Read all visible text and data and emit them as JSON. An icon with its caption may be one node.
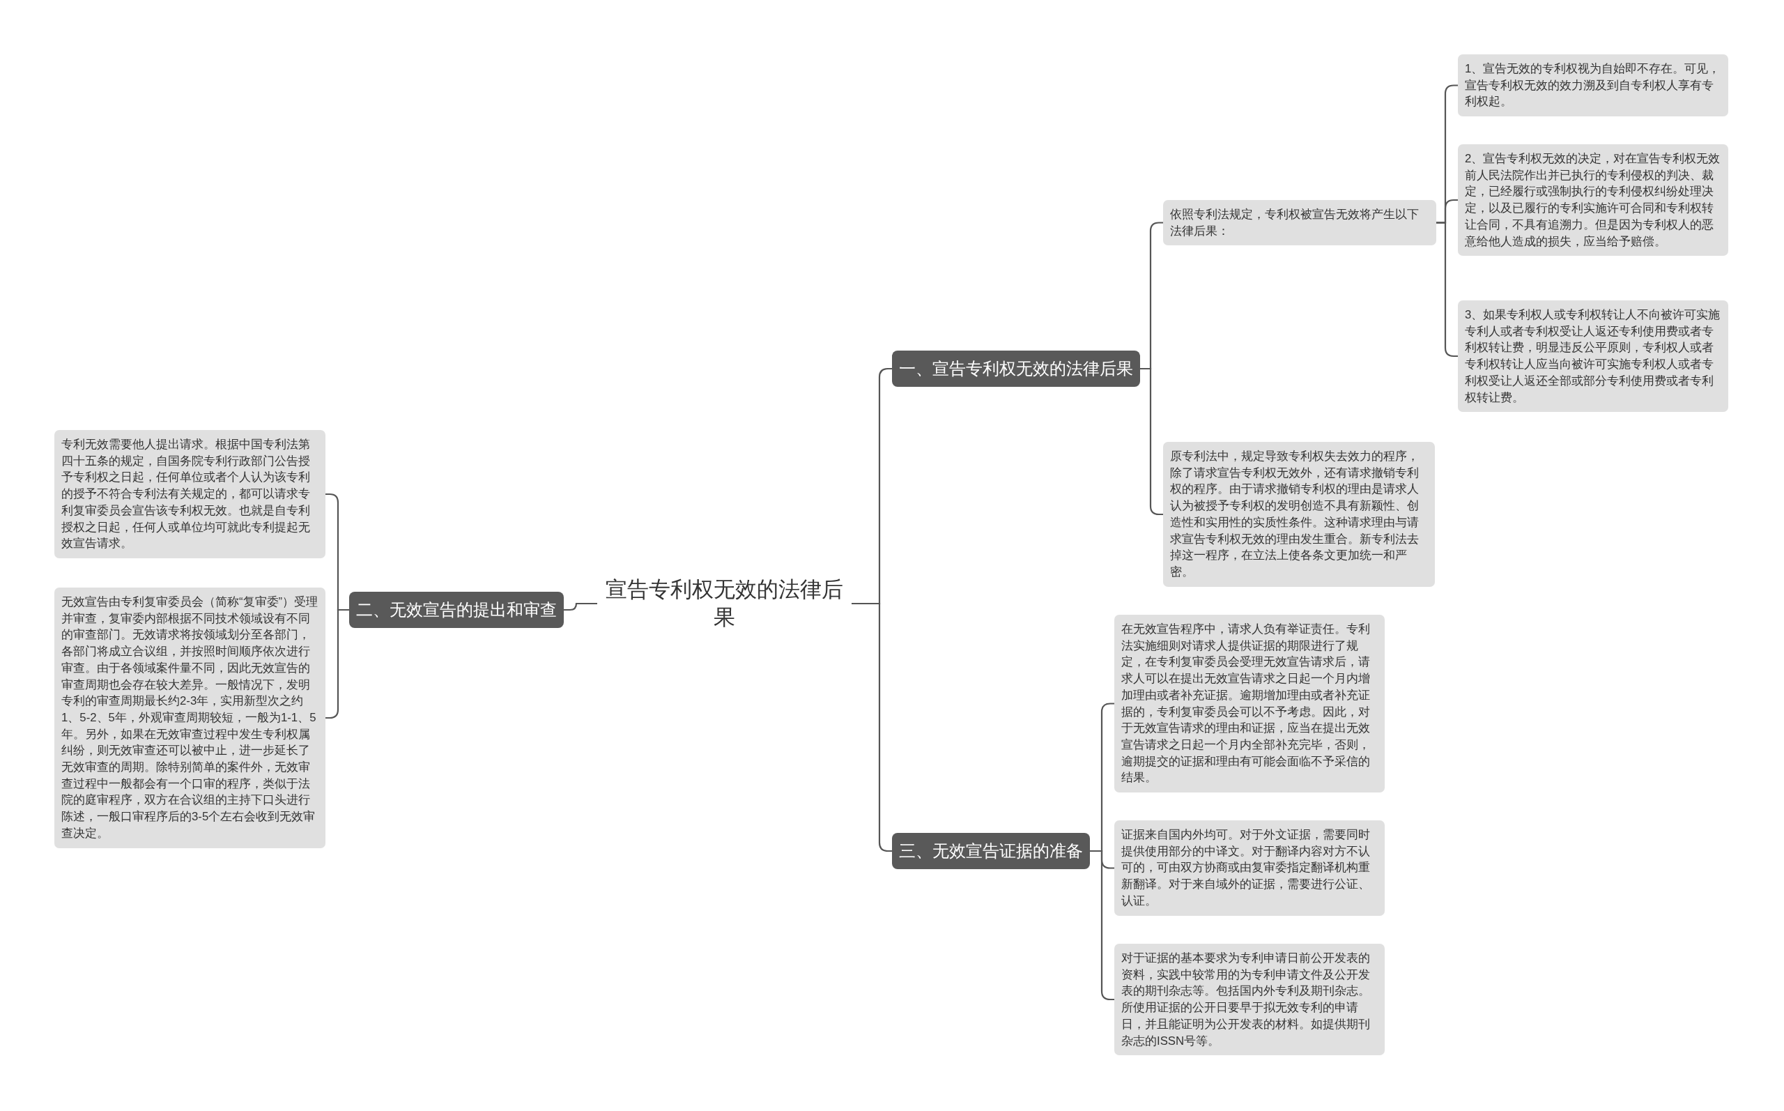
{
  "diagram": {
    "nodes": [
      {
        "text": [
          "宣告专利权无效的法律后果"
        ]
      },
      {
        "text": [
          "一、宣告专利权无效的法律后果"
        ]
      },
      {
        "text": [
          "依照专利法规定，专利权被宣告无效将产生以下法律后果："
        ]
      },
      {
        "text": [
          "1、宣告无效的专利权视为自始即不存在。可见，宣告专利权无效的效力溯及到自专利权人享有专利权起。"
        ]
      },
      {
        "text": [
          "2、宣告专利权无效的决定，对在宣告专利权无效前人民法院作出并已执行的专利侵权的判决、裁定，已经履行或强制执行的专利侵权纠纷处理决定，以及已履行的专利实施许可合同和专利权转让合同，不具有追溯力。但是因为专利权人的恶意给他人造成的损失，应当给予赔偿。"
        ]
      },
      {
        "text": [
          "3、如果专利权人或专利权转让人不向被许可实施专利人或者专利权受让人返还专利使用费或者专利权转让费，明显违反公平原则，专利权人或者专利权转让人应当向被许可实施专利权人或者专利权受让人返还全部或部分专利使用费或者专利权转让费。"
        ]
      },
      {
        "text": [
          "原专利法中，规定导致专利权失去效力的程序，除了请求宣告专利权无效外，还有请求撤销专利权的程序。由于请求撤销专利权的理由是请求人认为被授予专利权的发明创造不具有新颖性、创造性和实用性的实质性条件。这种请求理由与请求宣告专利权无效的理由发生重合。新专利法去掉这一程序，在立法上使各条文更加统一和严密。"
        ]
      },
      {
        "text": [
          "二、无效宣告的提出和审查"
        ]
      },
      {
        "text": [
          "专利无效需要他人提出请求。根据中国专利法第四十五条的规定，自国务院专利行政部门公告授予专利权之日起，任何单位或者个人认为该专利的授予不符合专利法有关规定的，都可以请求专利复审委员会宣告该专利权无效。也就是自专利授权之日起，任何人或单位均可就此专利提起无效宣告请求。"
        ]
      },
      {
        "text": [
          "无效宣告由专利复审委员会（简称“复审委”）受理并审查，复审委内部根据不同技术领域设有不同的审查部门。无效请求将按领域划分至各部门，各部门将成立合议组，并按照时间顺序依次进行审查。由于各领域案件量不同，因此无效宣告的审查周期也会存在较大差异。一般情况下，发明专利的审查周期最长约2-3年，实用新型次之约1、5-2、5年，外观审查周期较短，一般为1-1、5年。另外，如果在无效审查过程中发生专利权属纠纷，则无效审查还可以被中止，进一步延长了无效审查的周期。除特别简单的案件外，无效审查过程中一般都会有一个口审的程序，类似于法院的庭审程序，双方在合议组的主持下口头进行陈述，一般口审程序后的3-5个左右会收到无效审查决定。"
        ]
      },
      {
        "text": [
          "三、无效宣告证据的准备"
        ]
      },
      {
        "text": [
          "在无效宣告程序中，请求人负有举证责任。专利法实施细则对请求人提供证据的期限进行了规定，在专利复审委员会受理无效宣告请求后，请求人可以在提出无效宣告请求之日起一个月内增加理由或者补充证据。逾期增加理由或者补充证据的，专利复审委员会可以不予考虑。因此，对于无效宣告请求的理由和证据，应当在提出无效宣告请求之日起一个月内全部补充完毕，否则，逾期提交的证据和理由有可能会面临不予采信的结果。"
        ]
      },
      {
        "text": [
          "证据来自国内外均可。对于外文证据，需要同时提供使用部分的中译文。对于翻译内容对方不认可的，可由双方协商或由复审委指定翻译机构重新翻译。对于来自域外的证据，需要进行公证、认证。"
        ]
      },
      {
        "text": [
          "对于证据的基本要求为专利申请日前公开发表的资料，实践中较常用的为专利申请文件及公开发表的期刊杂志等。包括国内外专利及期刊杂志。所使用证据的公开日要早于拟无效专利的申请日，并且能证明为公开发表的材料。如提供期刊杂志的ISSN号等。"
        ]
      }
    ],
    "edges": [
      {
        "from": 0,
        "to": 1,
        "arrow": "none"
      },
      {
        "from": 1,
        "to": 2,
        "arrow": "none"
      },
      {
        "from": 2,
        "to": 3,
        "arrow": "none"
      },
      {
        "from": 2,
        "to": 4,
        "arrow": "none"
      },
      {
        "from": 2,
        "to": 5,
        "arrow": "none"
      },
      {
        "from": 1,
        "to": 6,
        "arrow": "none"
      },
      {
        "from": 0,
        "to": 7,
        "arrow": "none"
      },
      {
        "from": 7,
        "to": 8,
        "arrow": "none"
      },
      {
        "from": 7,
        "to": 9,
        "arrow": "none"
      },
      {
        "from": 0,
        "to": 10,
        "arrow": "none"
      },
      {
        "from": 10,
        "to": 11,
        "arrow": "none"
      },
      {
        "from": 10,
        "to": 12,
        "arrow": "none"
      },
      {
        "from": 10,
        "to": 13,
        "arrow": "none"
      }
    ]
  }
}
